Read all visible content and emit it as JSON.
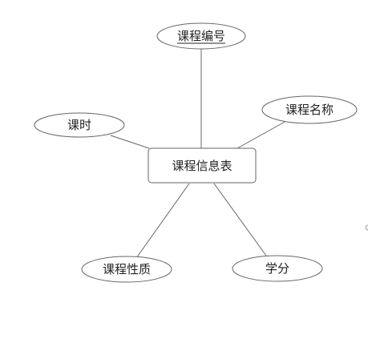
{
  "diagram": {
    "entity": {
      "label": "课程信息表"
    },
    "attributes": [
      {
        "id": "course-number",
        "label": "课程编号",
        "primary_key": true
      },
      {
        "id": "course-name",
        "label": "课程名称",
        "primary_key": false
      },
      {
        "id": "class-hours",
        "label": "课时",
        "primary_key": false
      },
      {
        "id": "course-nature",
        "label": "课程性质",
        "primary_key": false
      },
      {
        "id": "credits",
        "label": "学分",
        "primary_key": false
      }
    ]
  },
  "colors": {
    "stroke": "#666666",
    "text": "#222222",
    "background": "#ffffff"
  }
}
